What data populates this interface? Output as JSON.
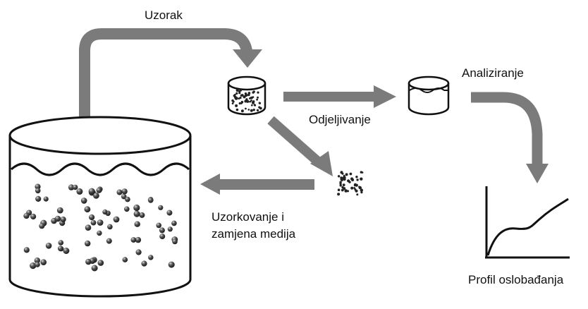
{
  "labels": {
    "sample": "Uzorak",
    "separation": "Odjeljivanje",
    "analysis": "Analiziranje",
    "sampling_line1": "Uzorkovanje i",
    "sampling_line2": "zamjena medija",
    "release_profile": "Profil oslobađanja"
  },
  "colors": {
    "arrow": "#7b7b7b",
    "outline": "#111111",
    "particle": "#2a2a2a",
    "particle_highlight": "#d8d8d8",
    "background": "#ffffff"
  },
  "icons": {
    "vessel": "dissolution-vessel-icon",
    "sample_container": "sample-container-icon",
    "filtrate_container": "filtrate-container-icon",
    "residue": "particle-cluster-icon",
    "profile_graph": "release-profile-graph-icon",
    "arrow": "flow-arrow-icon"
  }
}
